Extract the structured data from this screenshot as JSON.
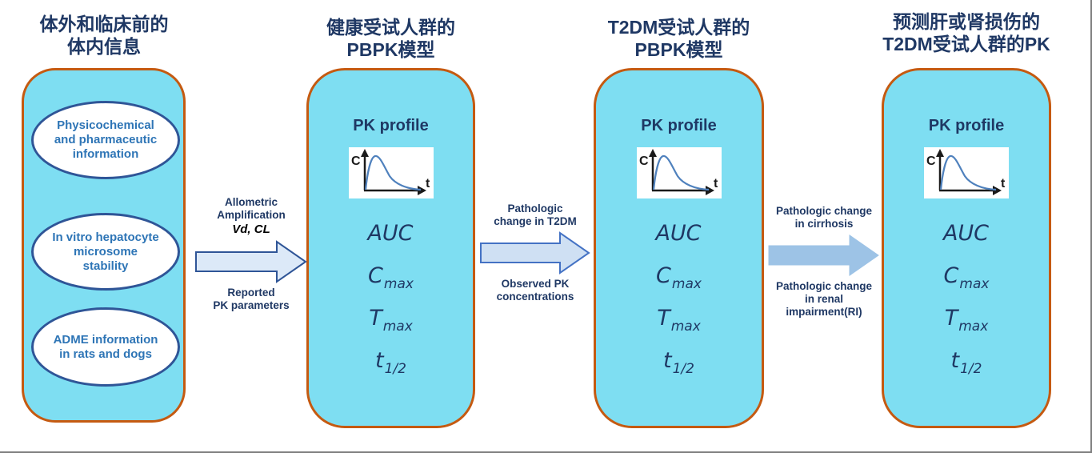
{
  "colors": {
    "stage_box_fill": "#7edef2",
    "stage_box_border": "#c55a11",
    "title_navy": "#1f3864",
    "ellipse_text_blue": "#2e75b6",
    "ellipse_border_navy": "#2f5597",
    "page_edge_gray": "#7f7f7f",
    "curve_blue": "#4f81bd"
  },
  "columns": [
    {
      "title_lines": [
        "体外和临床前的",
        "体内信息"
      ],
      "ellipses": [
        {
          "lines": [
            "Physicochemical",
            "and pharmaceutic",
            "information"
          ]
        },
        {
          "lines": [
            "In vitro hepatocyte",
            "microsome",
            "stability"
          ]
        },
        {
          "lines": [
            "ADME information",
            "in rats and dogs"
          ]
        }
      ]
    },
    {
      "title_lines": [
        "健康受试人群的",
        "PBPK模型"
      ],
      "pk_profile_label": "PK profile",
      "chart": {
        "c_label": "C",
        "t_label": "t"
      },
      "parameters": [
        {
          "base": "AUC",
          "sub": ""
        },
        {
          "base": "C",
          "sub": "max"
        },
        {
          "base": "T",
          "sub": "max"
        },
        {
          "base": "t",
          "sub": "1/2"
        }
      ]
    },
    {
      "title_lines": [
        "T2DM受试人群的",
        "PBPK模型"
      ],
      "pk_profile_label": "PK profile",
      "chart": {
        "c_label": "C",
        "t_label": "t"
      },
      "parameters": [
        {
          "base": "AUC",
          "sub": ""
        },
        {
          "base": "C",
          "sub": "max"
        },
        {
          "base": "T",
          "sub": "max"
        },
        {
          "base": "t",
          "sub": "1/2"
        }
      ]
    },
    {
      "title_lines": [
        "预测肝或肾损伤的",
        "T2DM受试人群的PK"
      ],
      "pk_profile_label": "PK profile",
      "chart": {
        "c_label": "C",
        "t_label": "t"
      },
      "parameters": [
        {
          "base": "AUC",
          "sub": ""
        },
        {
          "base": "C",
          "sub": "max"
        },
        {
          "base": "T",
          "sub": "max"
        },
        {
          "base": "t",
          "sub": "1/2"
        }
      ]
    }
  ],
  "arrows": [
    {
      "above": [
        "Allometric",
        "Amplification"
      ],
      "italic_label": "Vd, CL",
      "below": [
        "Reported",
        "PK parameters"
      ],
      "fill": "#dce9f8",
      "border": "#2f5597"
    },
    {
      "above": [
        "Pathologic",
        "change in T2DM"
      ],
      "below": [
        "Observed PK",
        "concentrations"
      ],
      "fill": "#cfe0f3",
      "border": "#4472c4"
    },
    {
      "above": [
        "Pathologic change",
        "in cirrhosis"
      ],
      "below": [
        "Pathologic change",
        "in renal",
        "impairment(RI)"
      ],
      "fill": "#9dc3e6",
      "border": "#9dc3e6"
    }
  ]
}
